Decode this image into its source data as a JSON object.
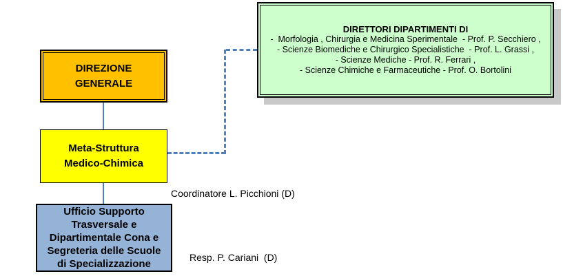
{
  "diagram": {
    "nodes": {
      "direzione_generale": {
        "label": "DIREZIONE\nGENERALE",
        "fill": "#FFC000"
      },
      "meta_struttura": {
        "label": "Meta-Struttura\nMedico-Chimica",
        "fill": "#FFFF00"
      },
      "ufficio_supporto": {
        "label": "Ufficio Supporto\nTrasversale e\nDipartimentale Cona e\nSegreteria delle Scuole\ndi Specializzazione",
        "fill": "#95B3D7"
      },
      "direttori_dipartimenti": {
        "title": "DIRETTORI DIPARTIMENTI DI",
        "items": [
          "-  Morfologia , Chirurgia e Medicina Sperimentale  - Prof. P. Secchiero ,",
          "- Scienze Biomediche e Chirurgico Specialistiche  - Prof. L. Grassi ,",
          "- Scienze Mediche - Prof. R. Ferrari ,",
          "- Scienze Chimiche e Farmaceutiche - Prof. O. Bortolini"
        ],
        "fill": "#CCFFCC"
      }
    },
    "annotations": {
      "coordinatore": "Coordinatore L. Picchioni (D)",
      "responsabile": "Resp. P. Cariani  (D)"
    },
    "colors": {
      "connector_blue": "#4F81BD",
      "border_black": "#000000",
      "shadow_gray": "#C9C9C9",
      "background": "#FFFFFF"
    }
  }
}
